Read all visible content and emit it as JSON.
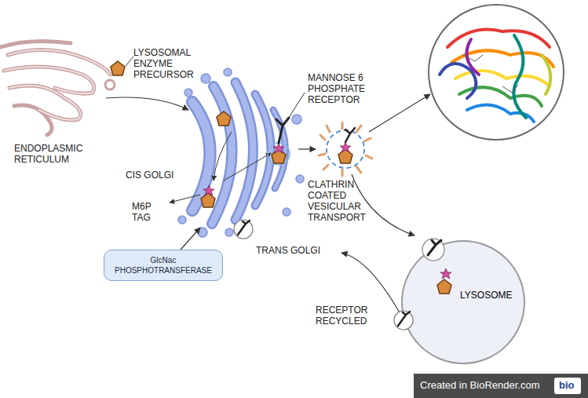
{
  "diagram": {
    "nodes": [
      {
        "text": [
          "GlcNac PHOSPHOTRANSFERASE"
        ]
      },
      {
        "text": [
          "LYSOSOME"
        ]
      }
    ],
    "labels": [
      "LYSOSOMAL ENZYME PRECURSOR",
      "ENDOPLASMIC RETICULUM",
      "MANNOSE 6 PHOSPHATE RECEPTOR",
      "CIS GOLGI",
      "M6P TAG",
      "CLATHRIN COATED VESICULAR TRANSPORT",
      "TRANS GOLGI",
      "RECEPTOR RECYCLED",
      "Created in BioRender.com",
      "bio"
    ]
  }
}
